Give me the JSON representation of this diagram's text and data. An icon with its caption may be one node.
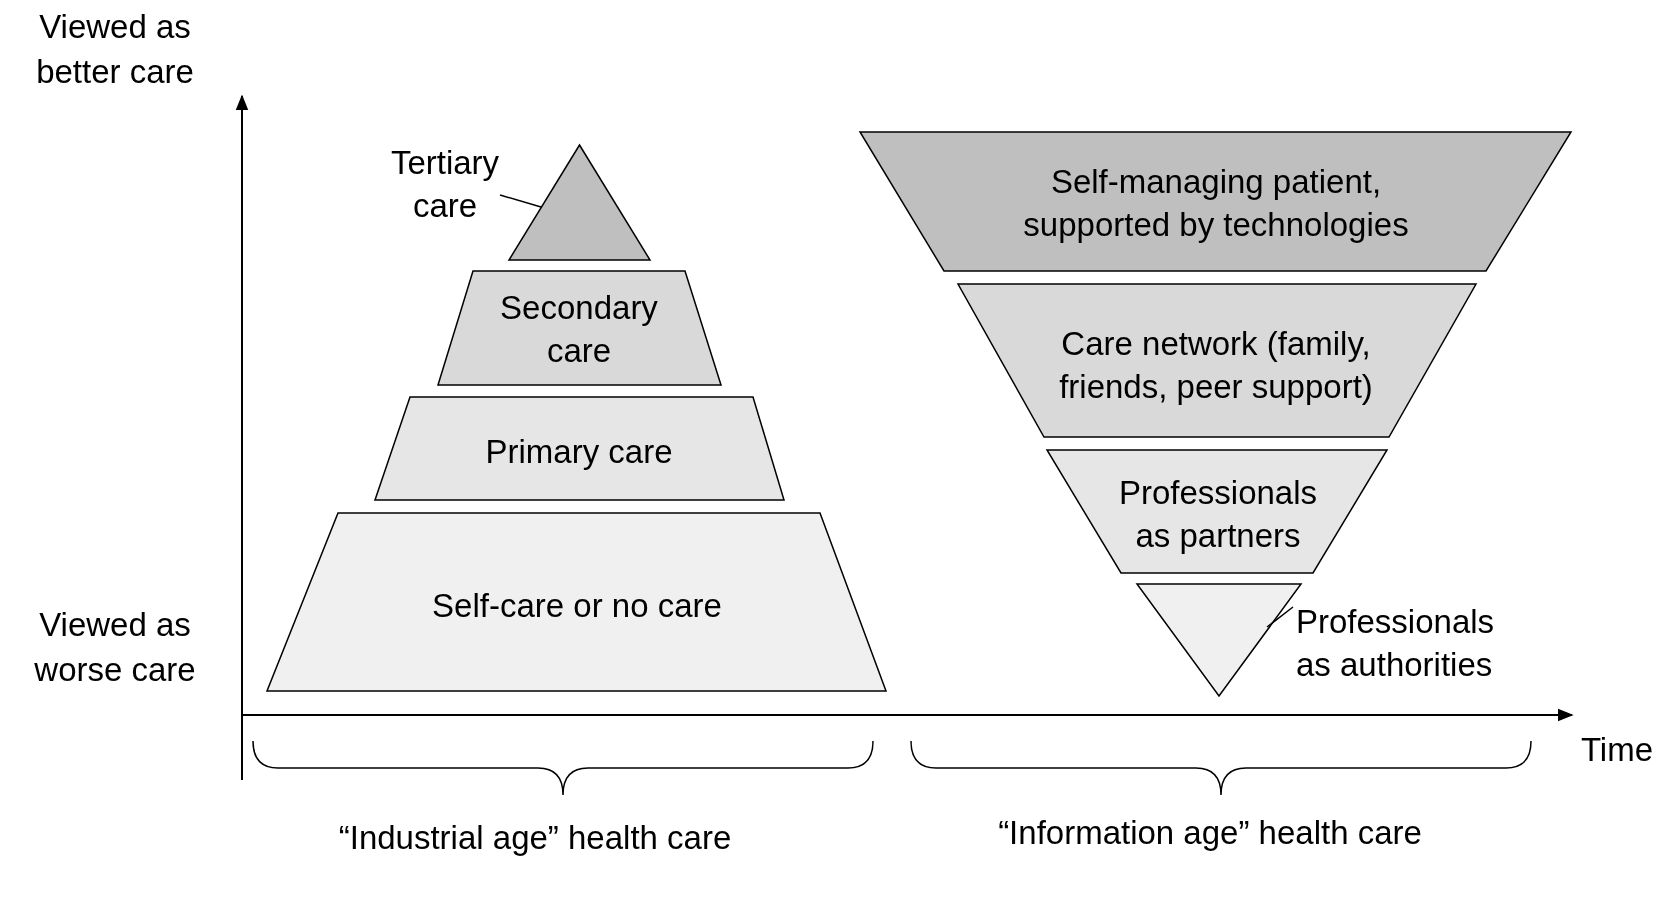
{
  "diagram": {
    "nodes": [
      {
        "text": [
          "Tertiary care"
        ]
      },
      {
        "text": [],
        "shape": "triangle"
      },
      {
        "text": [
          "Secondary care"
        ]
      },
      {
        "text": [
          "Primary care"
        ]
      },
      {
        "text": [
          "Self-care or no care"
        ]
      },
      {
        "text": [
          "Self-managing patient, supported by technologies"
        ]
      },
      {
        "text": [
          "Care network (family, friends, peer support)"
        ]
      },
      {
        "text": [
          "Professionals as partners"
        ]
      },
      {
        "text": [],
        "shape": "triangle"
      },
      {
        "text": [
          "Professionals as authorities"
        ]
      }
    ],
    "edges": [
      {
        "from": 0,
        "to": 1,
        "arrow": "none"
      },
      {
        "from": 9,
        "to": 8,
        "arrow": "none"
      }
    ],
    "labels": [
      "Viewed as better care",
      "Viewed as worse care",
      "Time",
      "“Industrial age” health care",
      "“Information age” health care"
    ]
  }
}
